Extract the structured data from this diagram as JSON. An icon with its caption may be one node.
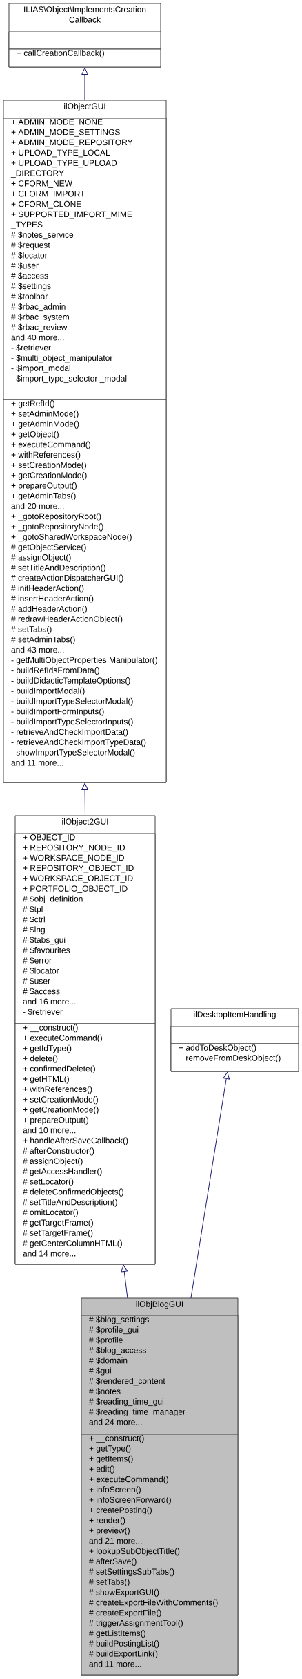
{
  "diagram": {
    "nodes": [
      {
        "text": [
          "ILIAS\\Object\\ImplementsCreation Callback"
        ]
      },
      {
        "text": [],
        "shape": "box",
        "in": 0
      },
      {
        "text": [
          "+ callCreationCallback()"
        ],
        "in": 0
      },
      {
        "text": [
          "ilObjectGUI"
        ]
      },
      {
        "text": [
          "+ ADMIN_MODE_NONE",
          "+ ADMIN_MODE_SETTINGS",
          "+ ADMIN_MODE_REPOSITORY",
          "+ UPLOAD_TYPE_LOCAL",
          "+ UPLOAD_TYPE_UPLOAD _DIRECTORY",
          "+ CFORM_NEW",
          "+ CFORM_IMPORT",
          "+ CFORM_CLONE",
          "+ SUPPORTED_IMPORT_MIME _TYPES",
          "# $notes_service",
          "# $request",
          "# $locator",
          "# $user",
          "# $access",
          "# $settings",
          "# $toolbar",
          "# $rbac_admin",
          "# $rbac_system",
          "# $rbac_review",
          "and 40 more...",
          "- $retriever",
          "- $multi_object_manipulator",
          "- $import_modal",
          "- $import_type_selector _modal"
        ],
        "in": 3
      },
      {
        "text": [
          "+ getRefId()",
          "+ setAdminMode()",
          "+ getAdminMode()",
          "+ getObject()",
          "+ executeCommand()",
          "+ withReferences()",
          "+ setCreationMode()",
          "+ getCreationMode()",
          "+ prepareOutput()",
          "+ getAdminTabs()",
          "and 20 more...",
          "+ _gotoRepositoryRoot()",
          "+ _gotoRepositoryNode()",
          "+ _gotoSharedWorkspaceNode()",
          "# getObjectService()",
          "# assignObject()",
          "# setTitleAndDescription()",
          "# createActionDispatcherGUI()",
          "# initHeaderAction()",
          "# insertHeaderAction()",
          "# addHeaderAction()",
          "# redrawHeaderActionObject()",
          "# setTabs()",
          "# setAdminTabs()",
          "and 43 more...",
          "- getMultiObjectProperties Manipulator()",
          "- buildRefIdsFromData()",
          "- buildDidacticTemplateOptions()",
          "- buildImportModal()",
          "- buildImportTypeSelectorModal()",
          "- buildImportFormInputs()",
          "- buildImportTypeSelectorInputs()",
          "- retrieveAndCheckImportData()",
          "- retrieveAndCheckImportTypeData()",
          "- showImportTypeSelectorModal()",
          "and 11 more..."
        ],
        "in": 3
      },
      {
        "text": [
          "ilObject2GUI"
        ]
      },
      {
        "text": [
          "+ OBJECT_ID",
          "+ REPOSITORY_NODE_ID",
          "+ WORKSPACE_NODE_ID",
          "+ REPOSITORY_OBJECT_ID",
          "+ WORKSPACE_OBJECT_ID",
          "+ PORTFOLIO_OBJECT_ID",
          "# $obj_definition",
          "# $tpl",
          "# $ctrl",
          "# $lng",
          "# $tabs_gui",
          "# $favourites",
          "# $error",
          "# $locator",
          "# $user",
          "# $access",
          "and 16 more...",
          "- $retriever"
        ],
        "in": 6
      },
      {
        "text": [
          "+ __construct()",
          "+ executeCommand()",
          "+ getIdType()",
          "+ delete()",
          "+ confirmedDelete()",
          "+ getHTML()",
          "+ withReferences()",
          "+ setCreationMode()",
          "+ getCreationMode()",
          "+ prepareOutput()",
          "and 10 more...",
          "+ handleAfterSaveCallback()",
          "# afterConstructor()",
          "# assignObject()",
          "# getAccessHandler()",
          "# setLocator()",
          "# deleteConfirmedObjects()",
          "# setTitleAndDescription()",
          "# omitLocator()",
          "# getTargetFrame()",
          "# setTargetFrame()",
          "# getCenterColumnHTML()",
          "and 14 more..."
        ],
        "in": 6
      },
      {
        "text": [
          "ilDesktopItemHandling"
        ]
      },
      {
        "text": [],
        "shape": "box",
        "in": 9
      },
      {
        "text": [
          "+ addToDeskObject()",
          "+ removeFromDeskObject()"
        ],
        "in": 9
      },
      {
        "text": [
          "ilObjBlogGUI"
        ]
      },
      {
        "text": [
          "# $blog_settings",
          "# $profile_gui",
          "# $profile",
          "# $blog_access",
          "# $domain",
          "# $gui",
          "# $rendered_content",
          "# $notes",
          "# $reading_time_gui",
          "# $reading_time_manager",
          "and 24 more..."
        ],
        "in": 12
      },
      {
        "text": [
          "+ __construct()",
          "+ getType()",
          "+ getItems()",
          "+ edit()",
          "+ executeCommand()",
          "+ infoScreen()",
          "+ infoScreenForward()",
          "+ createPosting()",
          "+ render()",
          "+ preview()",
          "and 21 more...",
          "+ lookupSubObjectTitle()",
          "# afterSave()",
          "# setSettingsSubTabs()",
          "# setTabs()",
          "# showExportGUI()",
          "# createExportFileWithComments()",
          "# createExportFile()",
          "# triggerAssignmentTool()",
          "# getListItems()",
          "# buildPostingList()",
          "# buildExportLink()",
          "and 11 more..."
        ],
        "in": 12
      }
    ],
    "edges": [
      {
        "from": 3,
        "to": 0,
        "arrow": "to"
      },
      {
        "from": 6,
        "to": 3,
        "arrow": "to"
      },
      {
        "from": 12,
        "to": 6,
        "arrow": "to"
      },
      {
        "from": 12,
        "to": 9,
        "arrow": "to"
      }
    ]
  }
}
